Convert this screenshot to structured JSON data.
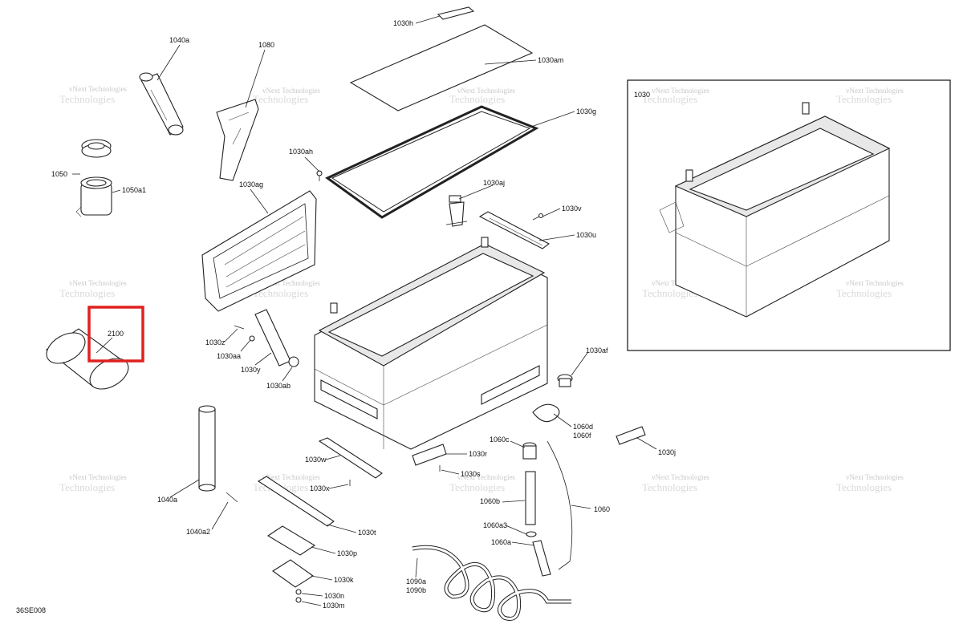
{
  "diagram_code": "36SE008",
  "watermark": {
    "line1": "vNext Technologies",
    "line2": "Technologies"
  },
  "highlight": {
    "color": "#e02020"
  },
  "inset": {
    "label": "1030"
  },
  "parts": {
    "p1030h": "1030h",
    "p1030am": "1030am",
    "p1030g": "1030g",
    "p1040a_top": "1040a",
    "p1080": "1080",
    "p1030ah": "1030ah",
    "p1050": "1050",
    "p1050a1": "1050a1",
    "p1030ag": "1030ag",
    "p1030aj": "1030aj",
    "p1030v": "1030v",
    "p1030u": "1030u",
    "p2100": "2100",
    "p1030z": "1030z",
    "p1030aa": "1030aa",
    "p1030y": "1030y",
    "p1030ab": "1030ab",
    "p1030af": "1030af",
    "p1060d": "1060d",
    "p1060f": "1060f",
    "p1030j": "1030j",
    "p1060c": "1060c",
    "p1030w": "1030w",
    "p1030r": "1030r",
    "p1030s": "1030s",
    "p1030x": "1030x",
    "p1040a_bot": "1040a",
    "p1060": "1060",
    "p1060b": "1060b",
    "p1040a2": "1040a2",
    "p1030t": "1030t",
    "p1060a3": "1060a3",
    "p1060a": "1060a",
    "p1030p": "1030p",
    "p1030k": "1030k",
    "p1090a": "1090a",
    "p1090b": "1090b",
    "p1030n": "1030n",
    "p1030m": "1030m"
  }
}
